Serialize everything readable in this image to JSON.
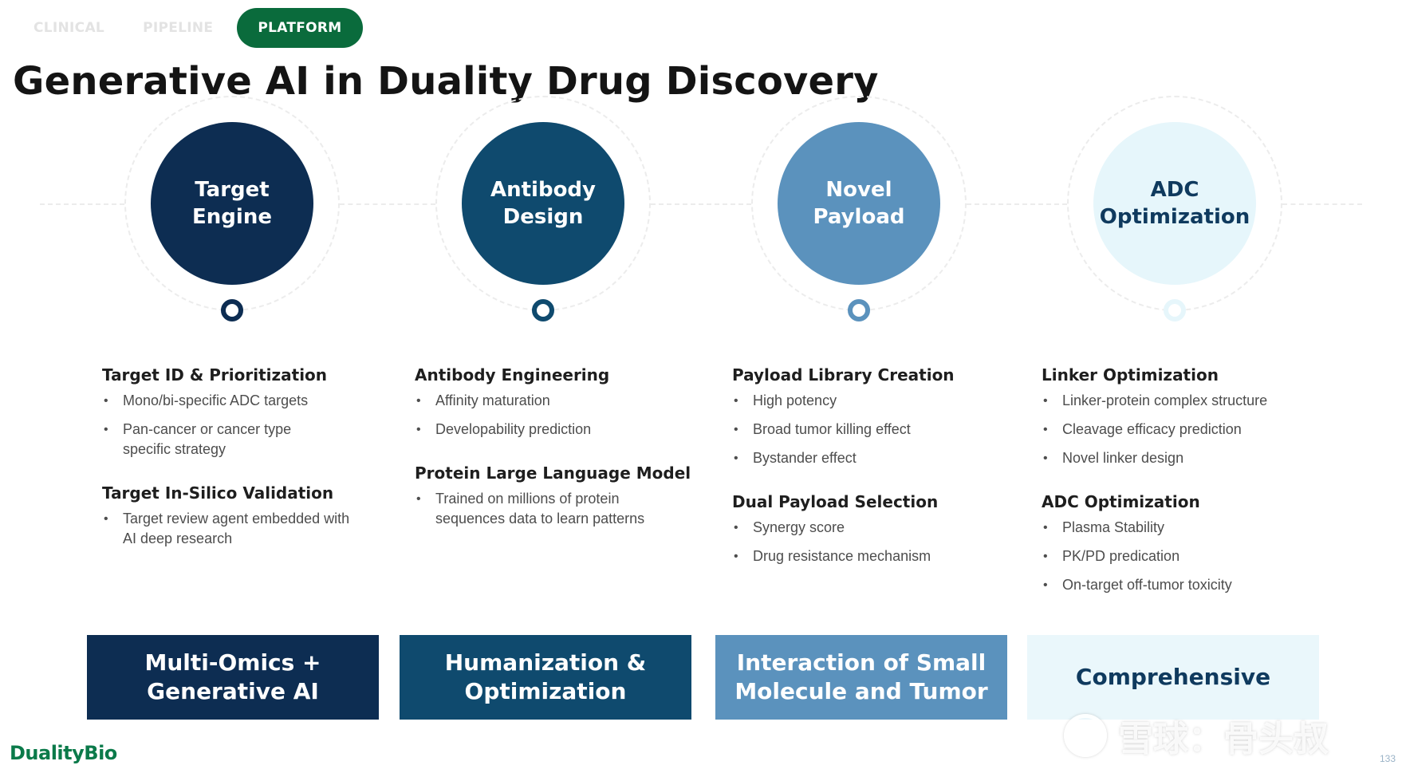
{
  "tabs": [
    {
      "label": "CLINICAL",
      "active": false
    },
    {
      "label": "PIPELINE",
      "active": false
    },
    {
      "label": "PLATFORM",
      "active": true
    }
  ],
  "title": "Generative AI in Duality Drug Discovery",
  "colors": {
    "stage1": "#0d2d52",
    "stage2": "#0f4a6e",
    "stage3": "#5b92bd",
    "stage4": "#e6f6fb",
    "accent_green": "#0a6b3c"
  },
  "stages": [
    {
      "name": "Target\nEngine",
      "sections": [
        {
          "title": "Target ID & Prioritization",
          "bullets": [
            "Mono/bi-specific ADC targets",
            "Pan-cancer or cancer type specific strategy"
          ]
        },
        {
          "title": "Target In-Silico Validation",
          "bullets": [
            "Target review agent embedded with AI deep research"
          ]
        }
      ],
      "bottom": "Multi-Omics +\nGenerative AI"
    },
    {
      "name": "Antibody\nDesign",
      "sections": [
        {
          "title": "Antibody Engineering",
          "bullets": [
            "Affinity maturation",
            "Developability prediction"
          ]
        },
        {
          "title": "Protein Large Language Model",
          "bullets": [
            "Trained on millions of protein sequences data to learn patterns"
          ]
        }
      ],
      "bottom": "Humanization &\nOptimization"
    },
    {
      "name": "Novel\nPayload",
      "sections": [
        {
          "title": "Payload Library Creation",
          "bullets": [
            "High potency",
            "Broad tumor killing effect",
            "Bystander effect"
          ]
        },
        {
          "title": "Dual Payload Selection",
          "bullets": [
            "Synergy score",
            "Drug resistance mechanism"
          ]
        }
      ],
      "bottom": "Interaction of Small\nMolecule and Tumor"
    },
    {
      "name": "ADC\nOptimization",
      "sections": [
        {
          "title": "Linker Optimization",
          "bullets": [
            "Linker-protein complex structure",
            "Cleavage efficacy prediction",
            "Novel linker design"
          ]
        },
        {
          "title": "ADC Optimization",
          "bullets": [
            "Plasma Stability",
            "PK/PD predication",
            "On-target off-tumor toxicity"
          ]
        }
      ],
      "bottom": "Comprehensive"
    }
  ],
  "logo": "DualityBio",
  "watermark": "雪球：骨头叔",
  "page_number": "133"
}
